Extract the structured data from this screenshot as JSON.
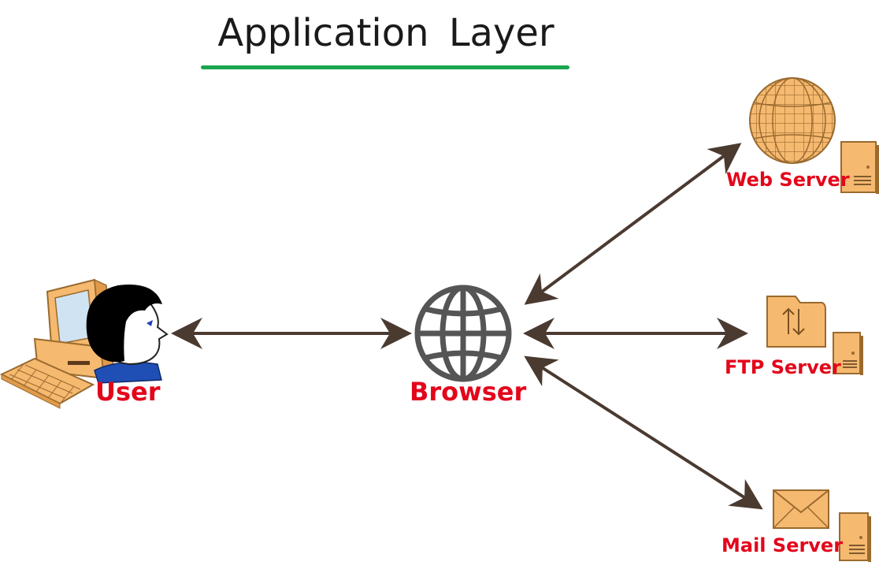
{
  "title": "Application Layer",
  "colors": {
    "title_underline": "#1aa64e",
    "label": "#e3061b",
    "arrow": "#4a3a30",
    "icon_fill": "#f5b970",
    "icon_stroke": "#9a6a2e",
    "globe_gray": "#555555"
  },
  "nodes": {
    "user": {
      "label": "User",
      "icon": "user-computer-icon"
    },
    "browser": {
      "label": "Browser",
      "icon": "globe-icon"
    },
    "web_server": {
      "label": "Web Server",
      "icon": "web-globe-icon"
    },
    "ftp_server": {
      "label": "FTP Server",
      "icon": "ftp-folder-icon"
    },
    "mail_server": {
      "label": "Mail Server",
      "icon": "mail-envelope-icon"
    }
  },
  "edges": [
    {
      "from": "user",
      "to": "browser",
      "direction": "bidirectional"
    },
    {
      "from": "browser",
      "to": "web_server",
      "direction": "bidirectional"
    },
    {
      "from": "browser",
      "to": "ftp_server",
      "direction": "bidirectional"
    },
    {
      "from": "browser",
      "to": "mail_server",
      "direction": "bidirectional"
    }
  ]
}
